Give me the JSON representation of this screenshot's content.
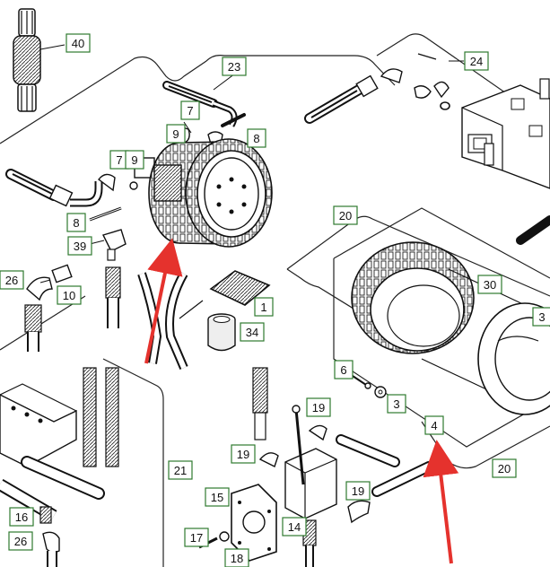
{
  "diagram": {
    "colors": {
      "line": "#1a1a1a",
      "callout_border": "#2f7a2f",
      "arrow": "#e5322d",
      "fill_light": "#f2f2f2",
      "fill_mid": "#cfcfcf"
    },
    "callouts": [
      {
        "id": "c40",
        "label": "40"
      },
      {
        "id": "c23",
        "label": "23"
      },
      {
        "id": "c24",
        "label": "24"
      },
      {
        "id": "c7a",
        "label": "7"
      },
      {
        "id": "c9a",
        "label": "9"
      },
      {
        "id": "c8a",
        "label": "8"
      },
      {
        "id": "c7b",
        "label": "7"
      },
      {
        "id": "c9b",
        "label": "9"
      },
      {
        "id": "c8b",
        "label": "8"
      },
      {
        "id": "c39",
        "label": "39"
      },
      {
        "id": "c26a",
        "label": "26"
      },
      {
        "id": "c10",
        "label": "10"
      },
      {
        "id": "c1",
        "label": "1"
      },
      {
        "id": "c34",
        "label": "34"
      },
      {
        "id": "c20a",
        "label": "20"
      },
      {
        "id": "c30",
        "label": "30"
      },
      {
        "id": "c3a",
        "label": "3"
      },
      {
        "id": "c6",
        "label": "6"
      },
      {
        "id": "c3b",
        "label": "3"
      },
      {
        "id": "c4",
        "label": "4"
      },
      {
        "id": "c20b",
        "label": "20"
      },
      {
        "id": "c19a",
        "label": "19"
      },
      {
        "id": "c19b",
        "label": "19"
      },
      {
        "id": "c19c",
        "label": "19"
      },
      {
        "id": "c21",
        "label": "21"
      },
      {
        "id": "c15",
        "label": "15"
      },
      {
        "id": "c14",
        "label": "14"
      },
      {
        "id": "c16",
        "label": "16"
      },
      {
        "id": "c26b",
        "label": "26"
      },
      {
        "id": "c17",
        "label": "17"
      },
      {
        "id": "c18",
        "label": "18"
      }
    ]
  }
}
